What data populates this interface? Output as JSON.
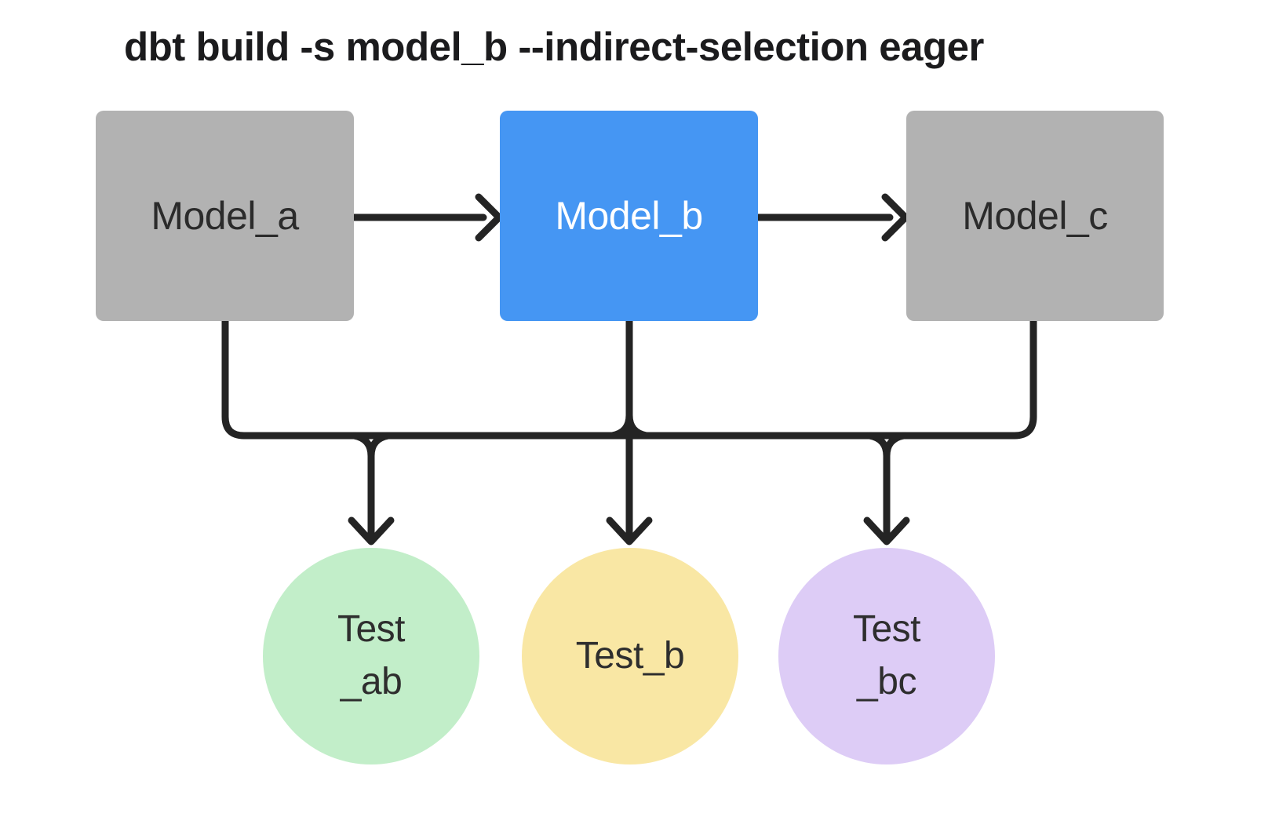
{
  "title": "dbt build -s model_b --indirect-selection eager",
  "colors": {
    "background": "#ffffff",
    "model_default_fill": "#b2b2b2",
    "model_selected_fill": "#4596f3",
    "model_default_text": "#2b2b2b",
    "model_selected_text": "#ffffff",
    "test_ab_fill": "#c2eec9",
    "test_b_fill": "#f9e7a4",
    "test_bc_fill": "#ddccf6",
    "edge_stroke": "#242424",
    "title_text": "#1b1b1d"
  },
  "nodes": {
    "model_a": {
      "label": "Model_a",
      "type": "model",
      "selected": false
    },
    "model_b": {
      "label": "Model_b",
      "type": "model",
      "selected": true
    },
    "model_c": {
      "label": "Model_c",
      "type": "model",
      "selected": false
    },
    "test_ab": {
      "line1": "Test",
      "line2": "_ab",
      "type": "test"
    },
    "test_b": {
      "line1": "Test_b",
      "line2": "",
      "type": "test"
    },
    "test_bc": {
      "line1": "Test",
      "line2": "_bc",
      "type": "test"
    }
  },
  "edges": [
    {
      "from": "model_a",
      "to": "model_b"
    },
    {
      "from": "model_b",
      "to": "model_c"
    },
    {
      "from": "model_a",
      "to": "test_ab"
    },
    {
      "from": "model_b",
      "to": "test_ab"
    },
    {
      "from": "model_b",
      "to": "test_b"
    },
    {
      "from": "model_b",
      "to": "test_bc"
    },
    {
      "from": "model_c",
      "to": "test_bc"
    }
  ]
}
